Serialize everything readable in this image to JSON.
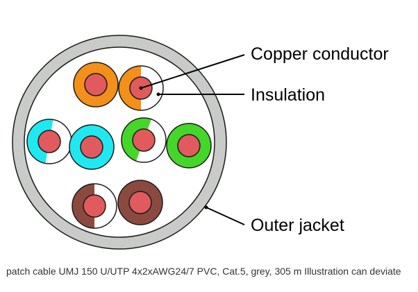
{
  "labels": {
    "copper_conductor": "Copper conductor",
    "insulation": "Insulation",
    "outer_jacket": "Outer jacket"
  },
  "caption": "patch cable UMJ 150 U/UTP 4x2xAWG24/7 PVC, Cat.5, grey, 305 m Illustration can deviate",
  "colors": {
    "jacket": "#c8cbc7",
    "jacket_inner": "#ffffff",
    "conductor": "#e05a5e",
    "orange": "#f39019",
    "blue": "#20e8f0",
    "green": "#44d629",
    "brown": "#8b4a3f",
    "stripe_white": "#ffffff",
    "outline": "#1a1a1a"
  },
  "pairs": [
    {
      "name": "orange-pair",
      "solid": "orange",
      "striped": "orange"
    },
    {
      "name": "blue-pair",
      "solid": "blue",
      "striped": "blue"
    },
    {
      "name": "green-pair",
      "solid": "green",
      "striped": "green"
    },
    {
      "name": "brown-pair",
      "solid": "brown",
      "striped": "brown"
    }
  ]
}
